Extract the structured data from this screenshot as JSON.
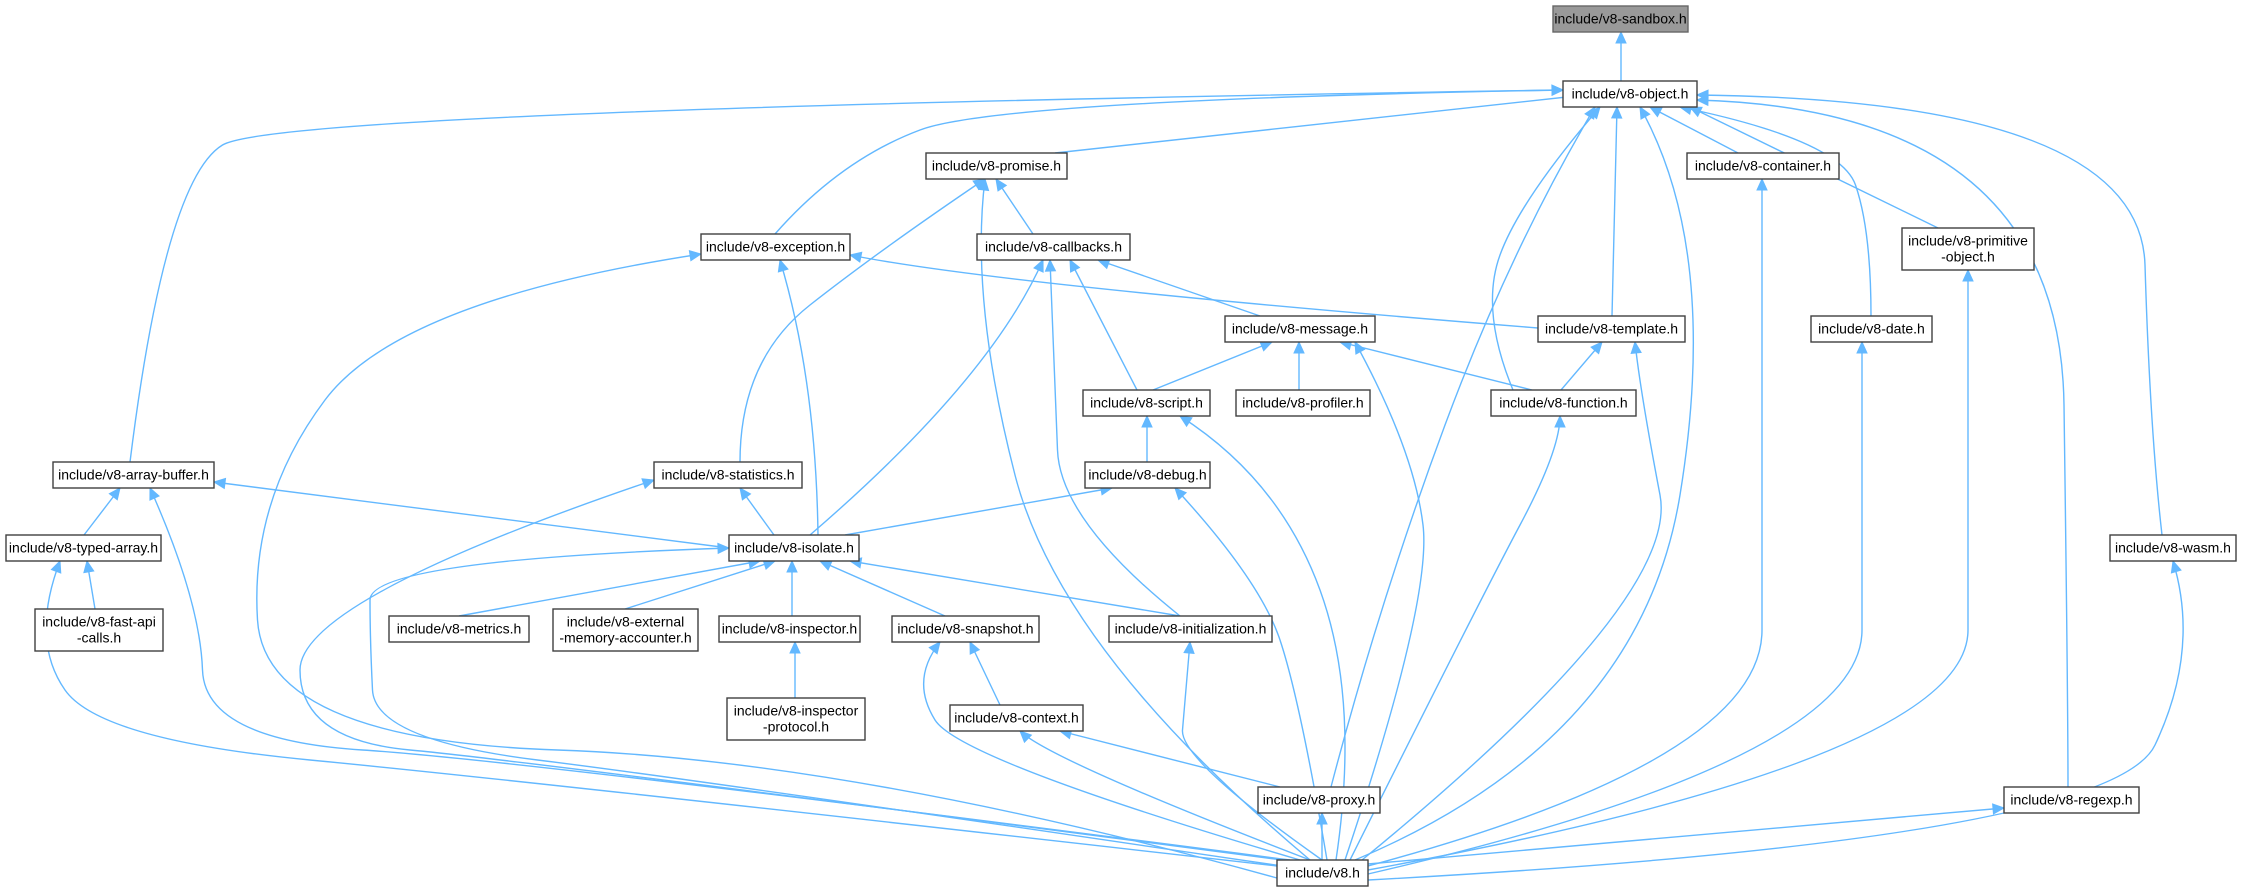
{
  "diagram": {
    "root": "sandbox",
    "colors": {
      "edge": "#63b8ff",
      "node_border": "#404040",
      "node_fill": "#ffffff",
      "root_fill": "#999999"
    },
    "nodes": [
      {
        "id": "sandbox",
        "lines": [
          "include/v8-sandbox.h"
        ]
      },
      {
        "id": "object",
        "lines": [
          "include/v8-object.h"
        ]
      },
      {
        "id": "promise",
        "lines": [
          "include/v8-promise.h"
        ]
      },
      {
        "id": "container",
        "lines": [
          "include/v8-container.h"
        ]
      },
      {
        "id": "exception",
        "lines": [
          "include/v8-exception.h"
        ]
      },
      {
        "id": "callbacks",
        "lines": [
          "include/v8-callbacks.h"
        ]
      },
      {
        "id": "primitive",
        "lines": [
          "include/v8-primitive",
          "-object.h"
        ]
      },
      {
        "id": "message",
        "lines": [
          "include/v8-message.h"
        ]
      },
      {
        "id": "template",
        "lines": [
          "include/v8-template.h"
        ]
      },
      {
        "id": "date",
        "lines": [
          "include/v8-date.h"
        ]
      },
      {
        "id": "script",
        "lines": [
          "include/v8-script.h"
        ]
      },
      {
        "id": "profiler",
        "lines": [
          "include/v8-profiler.h"
        ]
      },
      {
        "id": "function",
        "lines": [
          "include/v8-function.h"
        ]
      },
      {
        "id": "arraybuffer",
        "lines": [
          "include/v8-array-buffer.h"
        ]
      },
      {
        "id": "statistics",
        "lines": [
          "include/v8-statistics.h"
        ]
      },
      {
        "id": "debug",
        "lines": [
          "include/v8-debug.h"
        ]
      },
      {
        "id": "typedarray",
        "lines": [
          "include/v8-typed-array.h"
        ]
      },
      {
        "id": "isolate",
        "lines": [
          "include/v8-isolate.h"
        ]
      },
      {
        "id": "wasm",
        "lines": [
          "include/v8-wasm.h"
        ]
      },
      {
        "id": "fastapi",
        "lines": [
          "include/v8-fast-api",
          "-calls.h"
        ]
      },
      {
        "id": "metrics",
        "lines": [
          "include/v8-metrics.h"
        ]
      },
      {
        "id": "external",
        "lines": [
          "include/v8-external",
          "-memory-accounter.h"
        ]
      },
      {
        "id": "inspector",
        "lines": [
          "include/v8-inspector.h"
        ]
      },
      {
        "id": "snapshot",
        "lines": [
          "include/v8-snapshot.h"
        ]
      },
      {
        "id": "initialization",
        "lines": [
          "include/v8-initialization.h"
        ]
      },
      {
        "id": "inspectorprotocol",
        "lines": [
          "include/v8-inspector",
          "-protocol.h"
        ]
      },
      {
        "id": "context",
        "lines": [
          "include/v8-context.h"
        ]
      },
      {
        "id": "proxy",
        "lines": [
          "include/v8-proxy.h"
        ]
      },
      {
        "id": "regexp",
        "lines": [
          "include/v8-regexp.h"
        ]
      },
      {
        "id": "v8",
        "lines": [
          "include/v8.h"
        ]
      }
    ],
    "edges": [
      {
        "from": "object",
        "to": "sandbox"
      },
      {
        "from": "promise",
        "to": "object"
      },
      {
        "from": "container",
        "to": "object"
      },
      {
        "from": "exception",
        "to": "object"
      },
      {
        "from": "primitive",
        "to": "object"
      },
      {
        "from": "template",
        "to": "object"
      },
      {
        "from": "date",
        "to": "object"
      },
      {
        "from": "function",
        "to": "object"
      },
      {
        "from": "arraybuffer",
        "to": "object"
      },
      {
        "from": "wasm",
        "to": "object"
      },
      {
        "from": "proxy",
        "to": "object"
      },
      {
        "from": "regexp",
        "to": "object"
      },
      {
        "from": "v8",
        "to": "object"
      },
      {
        "from": "callbacks",
        "to": "promise"
      },
      {
        "from": "statistics",
        "to": "promise"
      },
      {
        "from": "v8",
        "to": "promise"
      },
      {
        "from": "v8",
        "to": "container"
      },
      {
        "from": "isolate",
        "to": "exception"
      },
      {
        "from": "template",
        "to": "exception"
      },
      {
        "from": "v8",
        "to": "exception"
      },
      {
        "from": "message",
        "to": "callbacks"
      },
      {
        "from": "script",
        "to": "callbacks"
      },
      {
        "from": "isolate",
        "to": "callbacks"
      },
      {
        "from": "initialization",
        "to": "callbacks"
      },
      {
        "from": "v8",
        "to": "primitive"
      },
      {
        "from": "script",
        "to": "message"
      },
      {
        "from": "profiler",
        "to": "message"
      },
      {
        "from": "function",
        "to": "message"
      },
      {
        "from": "v8",
        "to": "message"
      },
      {
        "from": "function",
        "to": "template"
      },
      {
        "from": "v8",
        "to": "template"
      },
      {
        "from": "v8",
        "to": "date"
      },
      {
        "from": "debug",
        "to": "script"
      },
      {
        "from": "v8",
        "to": "script"
      },
      {
        "from": "v8",
        "to": "function"
      },
      {
        "from": "typedarray",
        "to": "arraybuffer"
      },
      {
        "from": "isolate",
        "to": "arraybuffer"
      },
      {
        "from": "v8",
        "to": "arraybuffer"
      },
      {
        "from": "isolate",
        "to": "statistics"
      },
      {
        "from": "v8",
        "to": "statistics"
      },
      {
        "from": "isolate",
        "to": "debug"
      },
      {
        "from": "v8",
        "to": "debug"
      },
      {
        "from": "fastapi",
        "to": "typedarray"
      },
      {
        "from": "v8",
        "to": "typedarray"
      },
      {
        "from": "metrics",
        "to": "isolate"
      },
      {
        "from": "external",
        "to": "isolate"
      },
      {
        "from": "inspector",
        "to": "isolate"
      },
      {
        "from": "snapshot",
        "to": "isolate"
      },
      {
        "from": "initialization",
        "to": "isolate"
      },
      {
        "from": "v8",
        "to": "isolate"
      },
      {
        "from": "v8",
        "to": "wasm"
      },
      {
        "from": "inspectorprotocol",
        "to": "inspector"
      },
      {
        "from": "context",
        "to": "snapshot"
      },
      {
        "from": "v8",
        "to": "snapshot"
      },
      {
        "from": "v8",
        "to": "initialization"
      },
      {
        "from": "proxy",
        "to": "context"
      },
      {
        "from": "v8",
        "to": "context"
      },
      {
        "from": "v8",
        "to": "proxy"
      },
      {
        "from": "v8",
        "to": "regexp"
      }
    ]
  }
}
